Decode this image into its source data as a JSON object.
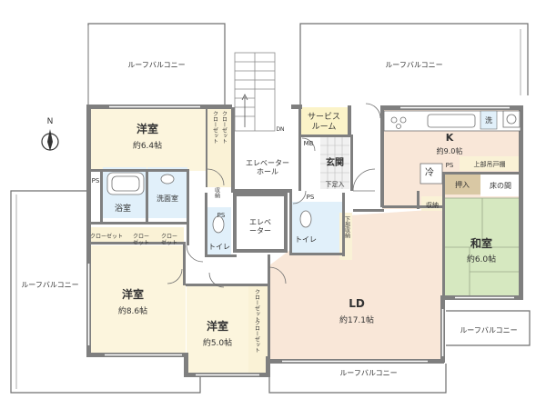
{
  "compass": {
    "label": "N"
  },
  "rooms": {
    "western_room_1": {
      "name": "洋室",
      "area": "約6.4帖"
    },
    "western_room_2": {
      "name": "洋室",
      "area": "約8.6帖"
    },
    "western_room_3": {
      "name": "洋室",
      "area": "約5.0帖"
    },
    "ld": {
      "name": "LD",
      "area": "約17.1帖"
    },
    "kitchen": {
      "name": "K",
      "area": "約9.0帖"
    },
    "japanese_room": {
      "name": "和室",
      "area": "約6.0帖"
    },
    "service_room": {
      "name": "サービス\nルーム"
    },
    "entrance": {
      "name": "玄関"
    },
    "elevator_hall": {
      "name": "エレベーター\nホール"
    },
    "elevator": {
      "name": "エレベ\nーター"
    },
    "bathroom": {
      "name": "浴室"
    },
    "washroom": {
      "name": "洗面室"
    },
    "toilet_1": {
      "name": "トイレ"
    },
    "toilet_2": {
      "name": "トイレ"
    }
  },
  "labels": {
    "roof_balcony": "ルーフバルコニー",
    "closet": "クローゼット",
    "closet_short": "クロー\nゼット",
    "storage": "収納",
    "shoe_cabinet": "下足入",
    "lower_storage": "下部収納",
    "upper_cabinet": "上部吊戸棚",
    "oshiire": "押入",
    "tokonoma": "床の間",
    "refrigerator": "冷",
    "laundry": "洗",
    "ps": "PS",
    "mb": "MB",
    "dn": "DN"
  },
  "colors": {
    "wall": "#7f7f7f",
    "western_room": "#fcf5dd",
    "ld": "#f9e7d8",
    "kitchen": "#f9e7d8",
    "tatami": "#d6e8c0",
    "wet_area": "#e1f0fa",
    "service_room": "#fbf3c8",
    "closet": "#faf2d6",
    "storage_dark": "#d9c8a4"
  }
}
